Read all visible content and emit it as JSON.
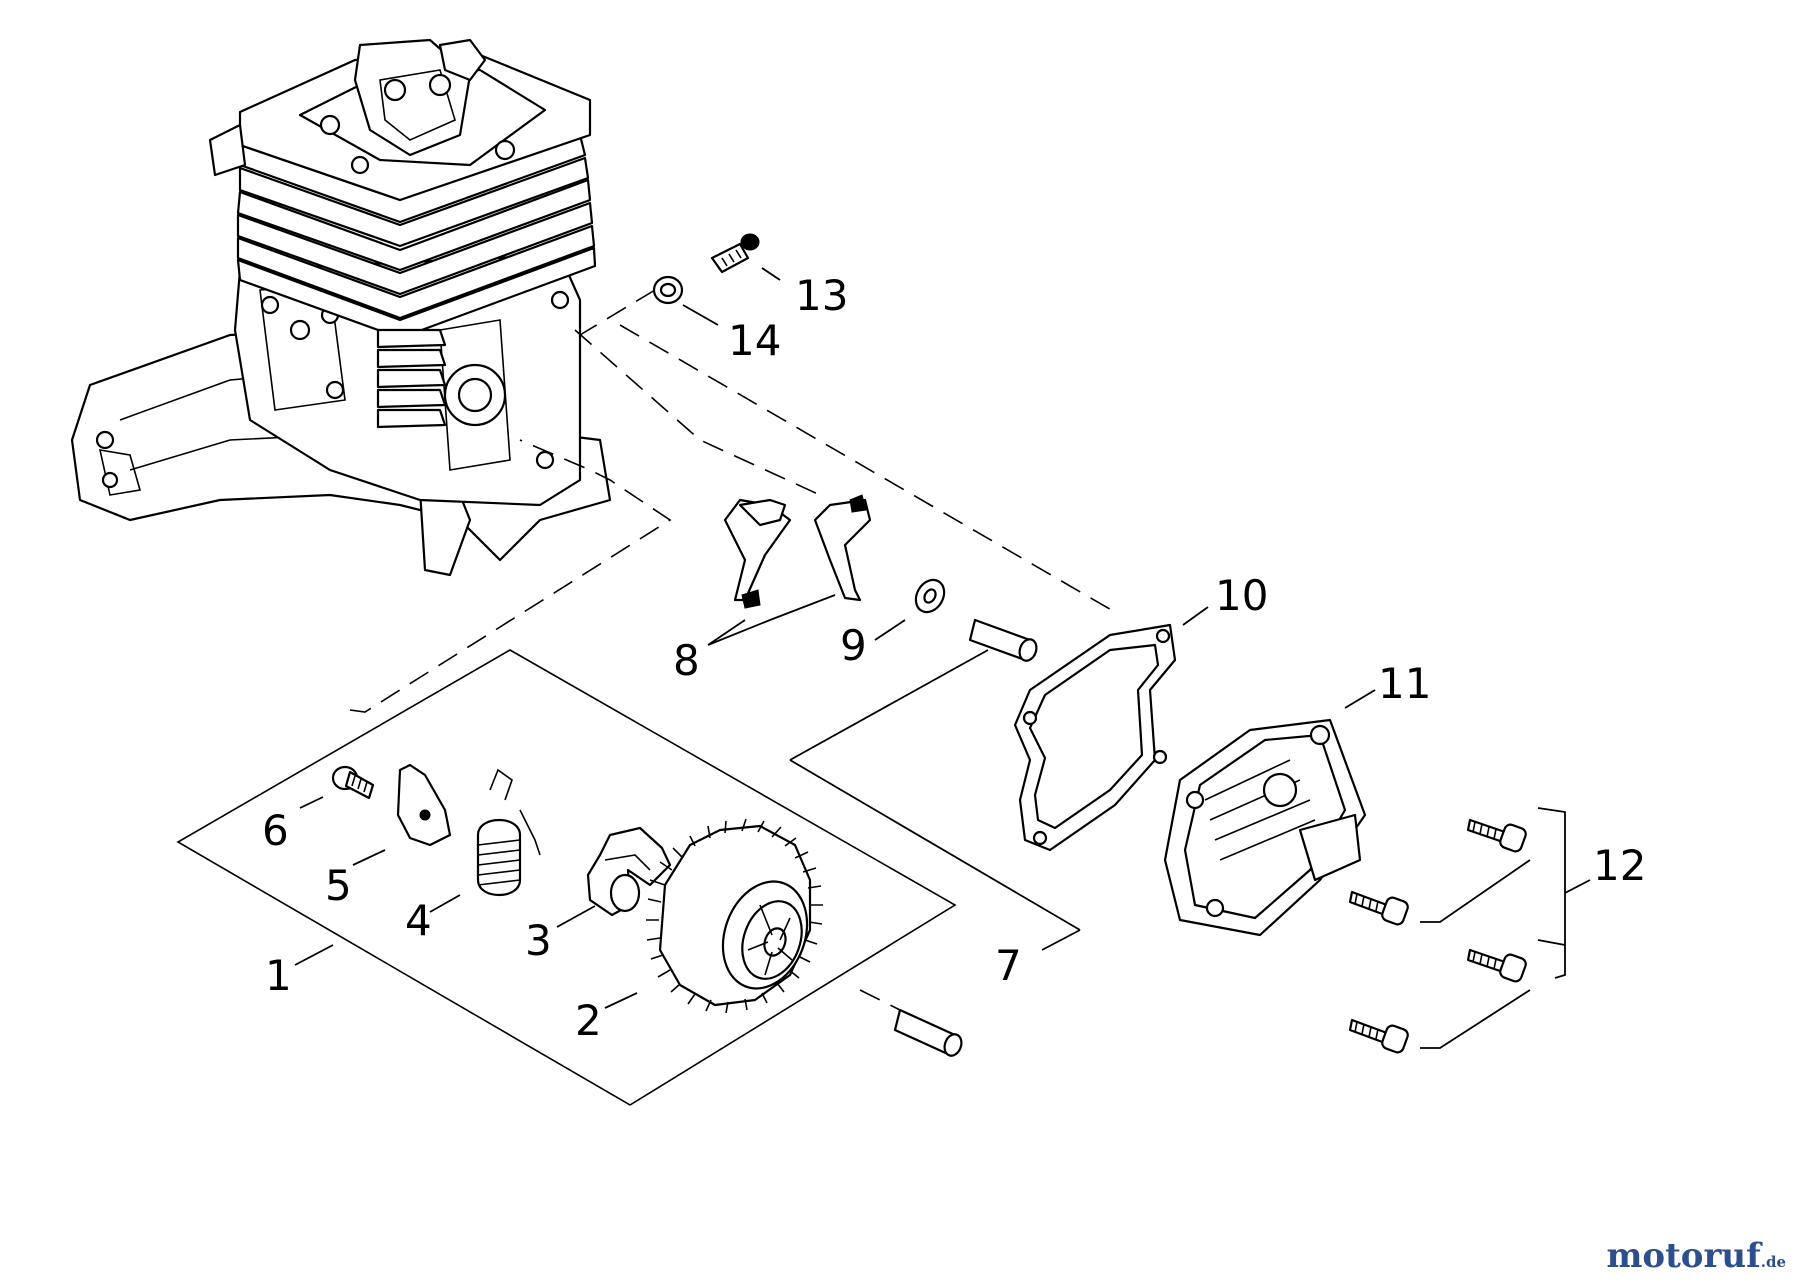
{
  "watermark": {
    "name": "motoruf",
    "tld": ".de"
  },
  "labels": {
    "p1": "1",
    "p2": "2",
    "p3": "3",
    "p4": "4",
    "p5": "5",
    "p6": "6",
    "p7": "7",
    "p8": "8",
    "p9": "9",
    "p10": "10",
    "p11": "11",
    "p12": "12",
    "p13": "13",
    "p14": "14"
  }
}
